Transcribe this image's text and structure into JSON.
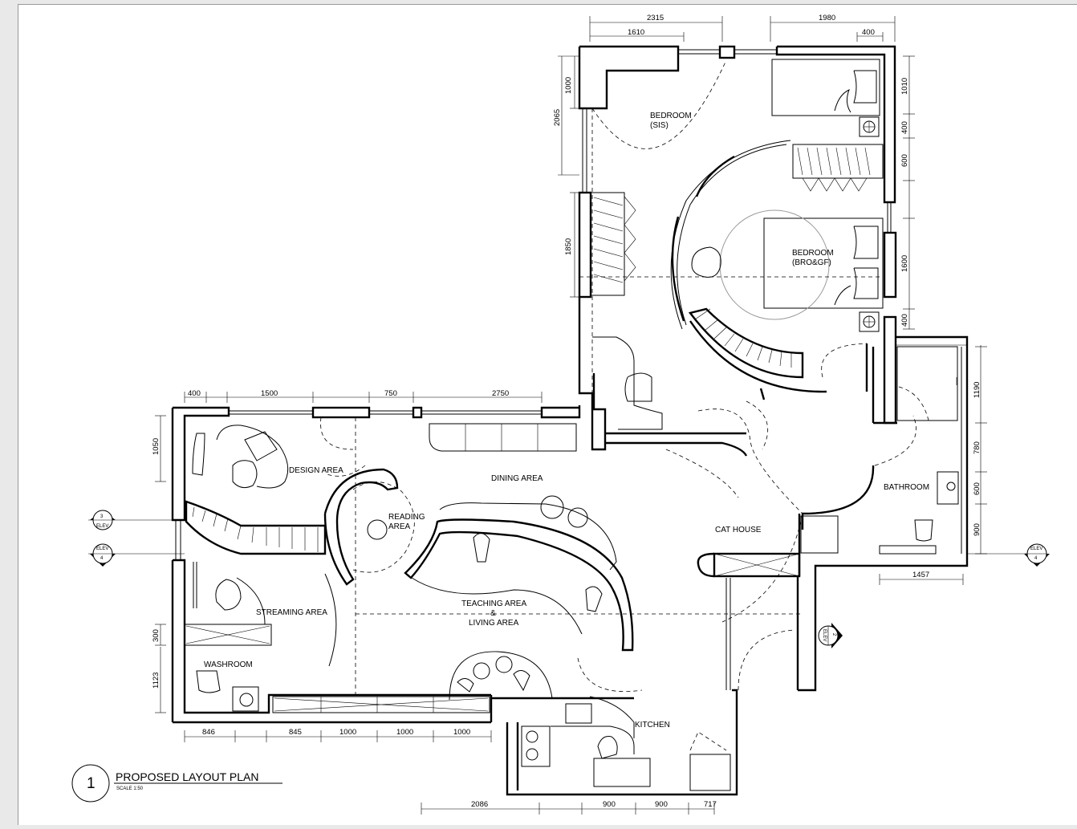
{
  "rooms": {
    "bedroom_sis": [
      "BEDROOM",
      "(SIS)"
    ],
    "bedroom_bro": [
      "BEDROOM",
      "(BRO&GF)"
    ],
    "design": "DESIGN AREA",
    "dining": "DINING AREA",
    "reading": [
      "READING",
      "AREA"
    ],
    "cat_house": "CAT HOUSE",
    "bathroom": "BATHROOM",
    "streaming": "STREAMING AREA",
    "teaching": [
      "TEACHING AREA",
      "&",
      "LIVING AREA"
    ],
    "washroom": "WASHROOM",
    "kitchen": "KITCHEN"
  },
  "dimensions": {
    "top": [
      "2315",
      "1610",
      "1980",
      "400"
    ],
    "left_upper": [
      "1000",
      "2065",
      "1850"
    ],
    "right_upper": [
      "1010",
      "400",
      "600",
      "1600",
      "400"
    ],
    "left_lower_top": [
      "400",
      "1500",
      "750",
      "2750"
    ],
    "left_lower_side": [
      "1050",
      "300",
      "1123"
    ],
    "right_bath": [
      "1190",
      "780",
      "600",
      "900"
    ],
    "bath_bottom": "1457",
    "bottom_row": [
      "846",
      "845",
      "1000",
      "1000",
      "1000"
    ],
    "kitchen_bottom": [
      "2086",
      "900",
      "900",
      "717"
    ]
  },
  "markers": [
    {
      "num": "3",
      "sub": "ELEV"
    },
    {
      "num": "4",
      "sub": "ELEV"
    },
    {
      "num": "2",
      "sub": "ELEV"
    },
    {
      "num": "4",
      "sub": "ELEV"
    }
  ],
  "title_block": {
    "number": "1",
    "title": "PROPOSED LAYOUT PLAN",
    "scale": "SCALE 1:50"
  }
}
